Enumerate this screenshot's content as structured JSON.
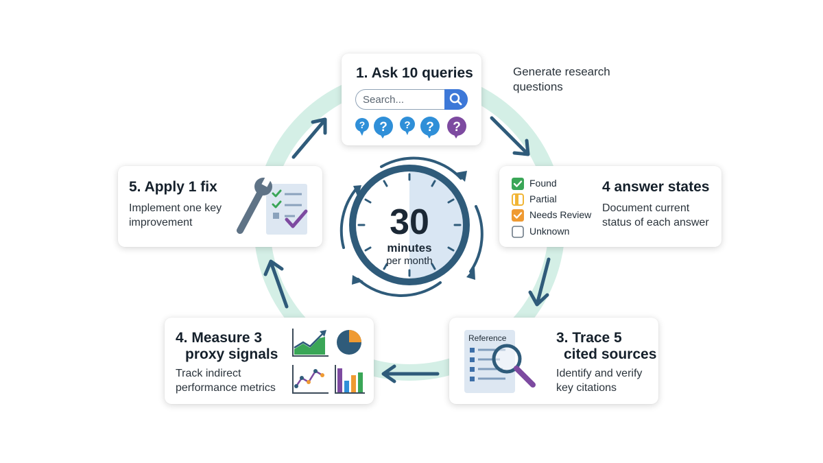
{
  "center": {
    "number": "30",
    "unit": "minutes",
    "frequency": "per month"
  },
  "steps": {
    "ask": {
      "title": "1. Ask 10 queries",
      "search_placeholder": "Search...",
      "side_text": [
        "Generate research",
        "questions"
      ]
    },
    "states": {
      "title": "4 answer states",
      "desc": [
        "Document current",
        "status of each answer"
      ],
      "items": [
        {
          "label": "Found",
          "color": "#3aa657"
        },
        {
          "label": "Partial",
          "color": "#f1b535"
        },
        {
          "label": "Needs Review",
          "color": "#ef9a32"
        },
        {
          "label": "Unknown",
          "color": "#ffffff"
        }
      ]
    },
    "trace": {
      "title": [
        "3. Trace 5",
        "cited sources"
      ],
      "desc": [
        "Identify and verify",
        "key citations"
      ],
      "doc_label": "Reference"
    },
    "measure": {
      "title": [
        "4. Measure 3",
        "proxy signals"
      ],
      "desc": [
        "Track indirect",
        "performance metrics"
      ]
    },
    "fix": {
      "title": "5. Apply 1 fix",
      "desc": [
        "Implement one key",
        "improvement"
      ]
    }
  },
  "colors": {
    "ring": "#d4efe6",
    "arrow": "#2f5b7a",
    "clock_ring": "#2f5b7a",
    "clock_tint": "#d9e6f3",
    "accent_blue": "#3d78d8",
    "accent_purple": "#7d4aa0",
    "accent_green": "#3aa657",
    "accent_orange": "#ef9a32"
  }
}
